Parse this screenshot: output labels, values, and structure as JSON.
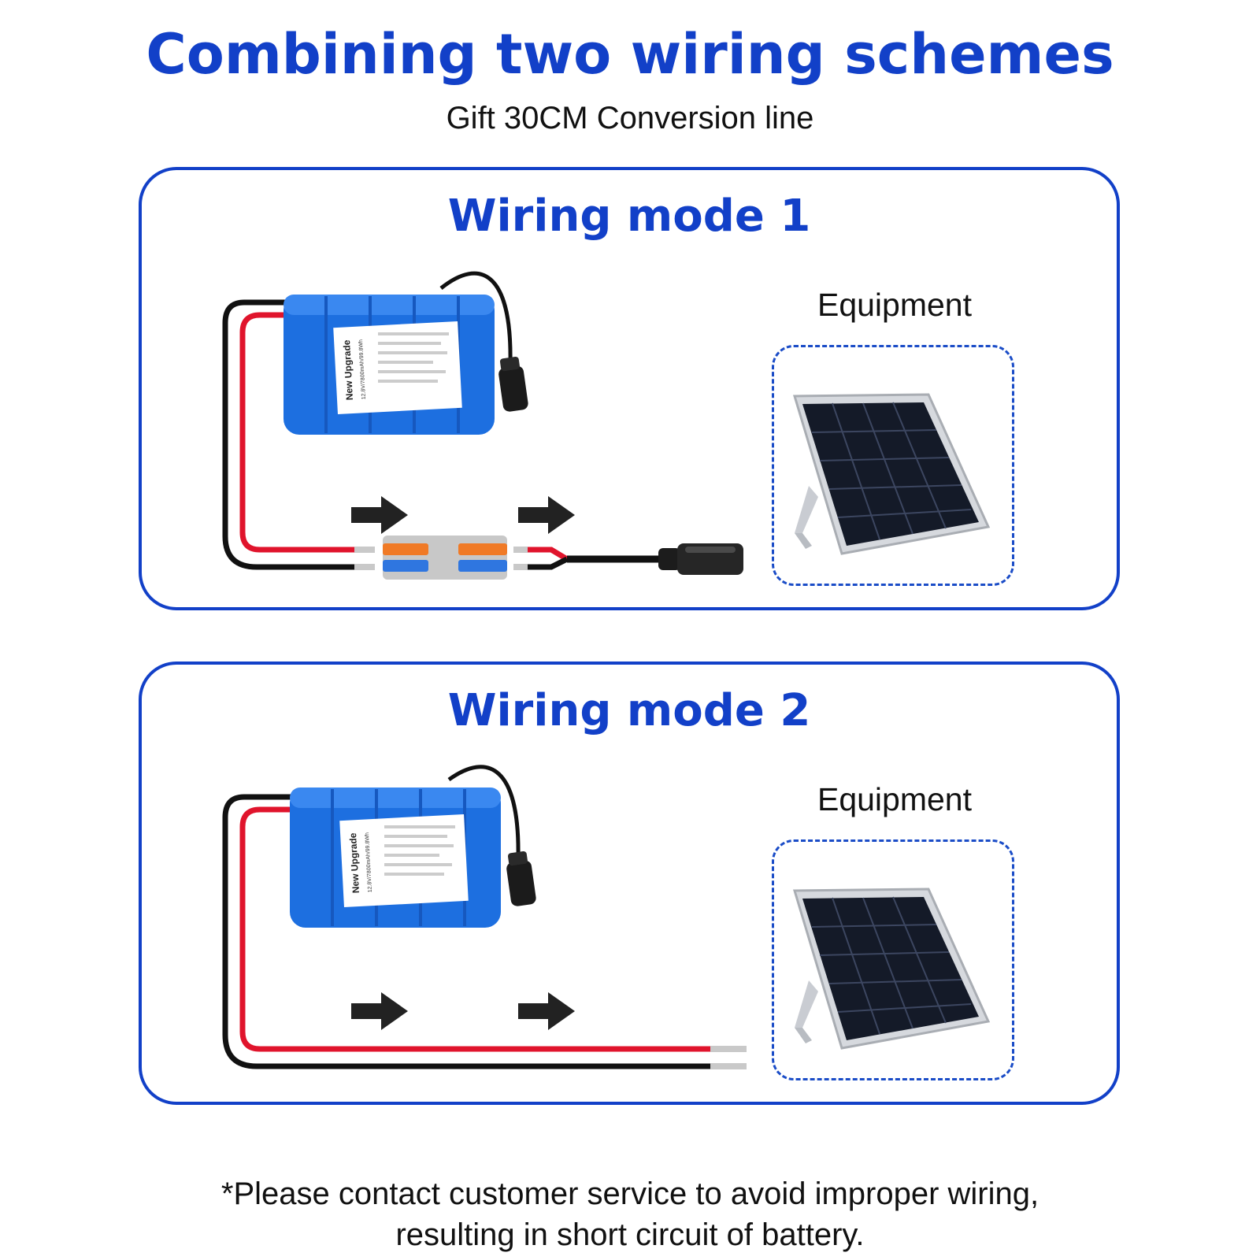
{
  "header": {
    "title": "Combining two wiring schemes",
    "subtitle": "Gift 30CM Conversion line"
  },
  "panels": [
    {
      "title": "Wiring mode 1",
      "equipment_label": "Equipment",
      "connection": "connector block + DC female plug"
    },
    {
      "title": "Wiring mode 2",
      "equipment_label": "Equipment",
      "connection": "bare wire ends"
    }
  ],
  "battery_label": {
    "brand": "New Upgrade",
    "spec": "12.8V/7800mAh/99.8Wh"
  },
  "colors": {
    "brand_blue": "#1240c8",
    "battery_blue": "#1d6fe0",
    "wire_red": "#e0142c",
    "wire_black": "#111111"
  },
  "footer": {
    "line1": "*Please contact customer service to avoid improper wiring,",
    "line2": "resulting in short circuit of battery."
  }
}
